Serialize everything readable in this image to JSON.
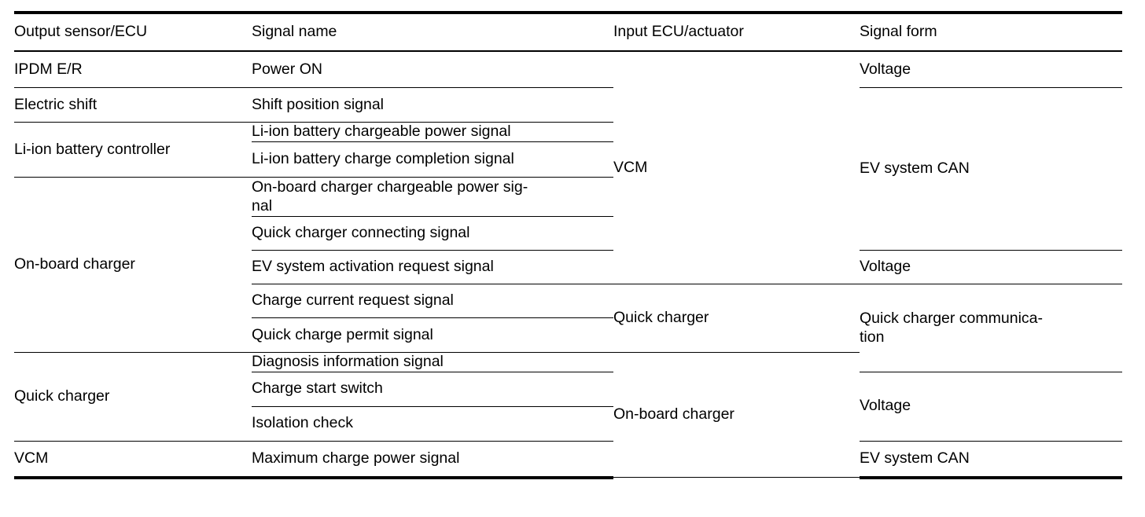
{
  "table": {
    "headers": [
      "Output sensor/ECU",
      "Signal name",
      "Input ECU/actuator",
      "Signal form"
    ],
    "rows": [
      {
        "signal_name": "Power ON",
        "output_sensor": "IPDM E/R",
        "input_ecu": "VCM",
        "signal_form": "Voltage"
      },
      {
        "signal_name": "Shift position signal",
        "output_sensor": "Electric shift",
        "input_ecu": "",
        "signal_form": "EV system CAN"
      },
      {
        "signal_name": "Li-ion battery chargeable power signal",
        "output_sensor": "Li-ion battery controller",
        "input_ecu": "",
        "signal_form": ""
      },
      {
        "signal_name": "Li-ion battery charge completion signal",
        "output_sensor": "",
        "input_ecu": "",
        "signal_form": ""
      },
      {
        "signal_name": "On-board charger chargeable power sig-nal",
        "signal_name_line1": "On-board charger chargeable power sig-",
        "signal_name_line2": "nal",
        "output_sensor": "On-board charger",
        "input_ecu": "",
        "signal_form": ""
      },
      {
        "signal_name": "Quick charger connecting signal",
        "output_sensor": "",
        "input_ecu": "",
        "signal_form": ""
      },
      {
        "signal_name": "EV system activation request signal",
        "output_sensor": "",
        "input_ecu": "",
        "signal_form": "Voltage"
      },
      {
        "signal_name": "Charge current request signal",
        "output_sensor": "",
        "input_ecu": "Quick charger",
        "signal_form": "Quick charger communica-tion",
        "signal_form_line1": "Quick charger communica-",
        "signal_form_line2": "tion"
      },
      {
        "signal_name": "Quick charge permit signal",
        "output_sensor": "",
        "input_ecu": "",
        "signal_form": ""
      },
      {
        "signal_name": "Diagnosis information signal",
        "output_sensor": "Quick charger",
        "input_ecu": "On-board charger",
        "signal_form": ""
      },
      {
        "signal_name": "Charge start switch",
        "output_sensor": "",
        "input_ecu": "",
        "signal_form": "Voltage"
      },
      {
        "signal_name": "Isolation check",
        "output_sensor": "",
        "input_ecu": "",
        "signal_form": ""
      },
      {
        "signal_name": "Maximum charge power signal",
        "output_sensor": "VCM",
        "input_ecu": "",
        "signal_form": "EV system CAN"
      }
    ]
  }
}
